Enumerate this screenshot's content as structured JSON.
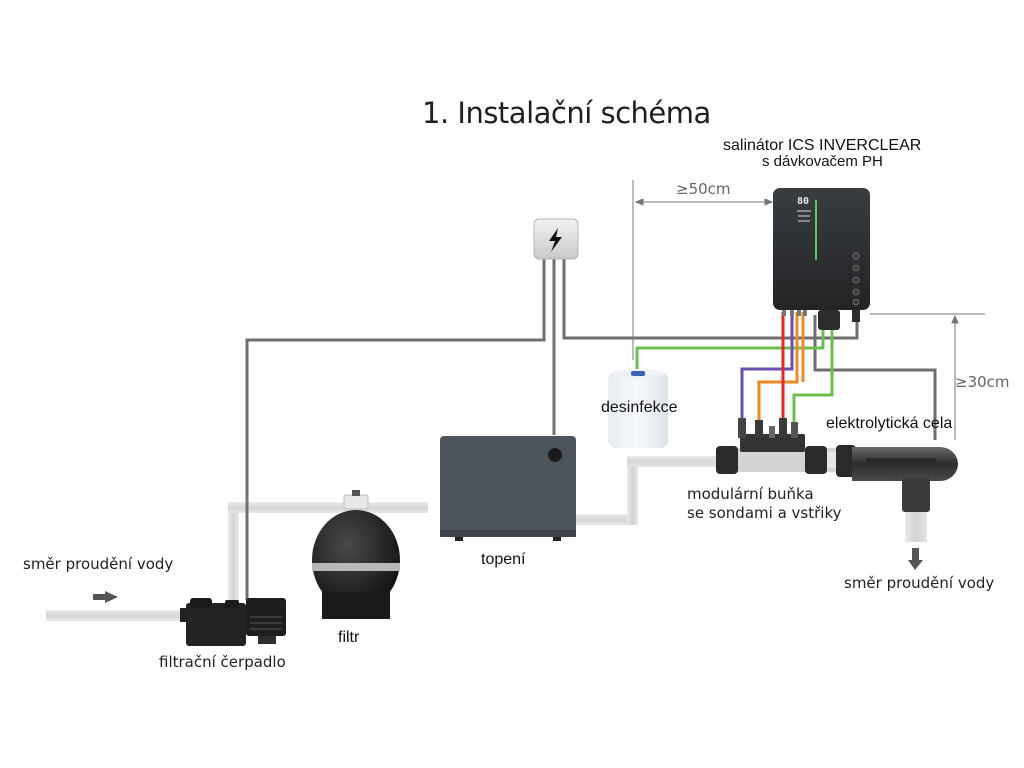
{
  "title": "1. Instalační schéma",
  "salinator": {
    "line1": "salinátor ICS INVERCLEAR",
    "line2": "s dávkovačem PH",
    "display_value": "80"
  },
  "dimensions": {
    "horizontal_min": "≥50cm",
    "vertical_min": "≥30cm"
  },
  "labels": {
    "disinfection_tank": "desinfekce",
    "electrolytic_cell": "elektrolytická cela",
    "modular_cell_line1": "modulární buňka",
    "modular_cell_line2": "se sondami a vstřiky",
    "flow_in": "směr proudění vody",
    "flow_out": "směr proudění vody",
    "heater": "topení",
    "filter": "filtr",
    "pump": "filtrační čerpadlo"
  },
  "power_box": {
    "icon": "lightning-bolt-icon"
  },
  "colors": {
    "cable_gray": "#6f6f6f",
    "cable_green": "#6cbf4c",
    "cable_red": "#e02a2a",
    "cable_orange": "#ee8a25",
    "cable_purple": "#6a4fb0",
    "pipe": "#dcdcdc",
    "device_dark": "#2f3235",
    "heater_body": "#4d545b"
  }
}
